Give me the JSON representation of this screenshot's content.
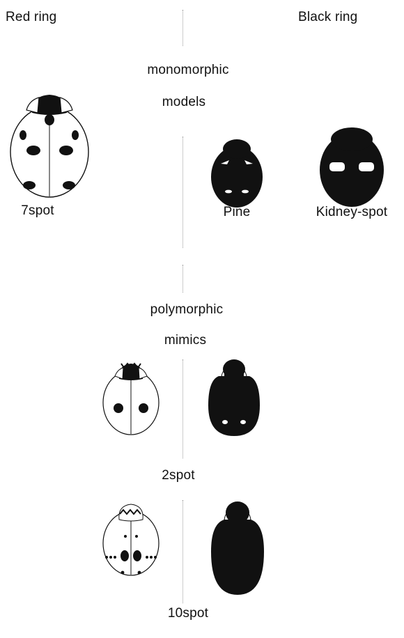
{
  "headings": {
    "left": "Red ring",
    "right": "Black ring"
  },
  "groups": {
    "models": {
      "line1": "monomorphic",
      "line2": "models"
    },
    "mimics": {
      "line1": "polymorphic",
      "line2": "mimics"
    }
  },
  "species": {
    "seven_spot": "7spot",
    "pine": "Pine",
    "kidney_spot": "Kidney-spot",
    "two_spot": "2spot",
    "ten_spot": "10spot"
  },
  "colors": {
    "ink": "#111111",
    "paper": "#ffffff",
    "divider": "#9a9a9a"
  }
}
